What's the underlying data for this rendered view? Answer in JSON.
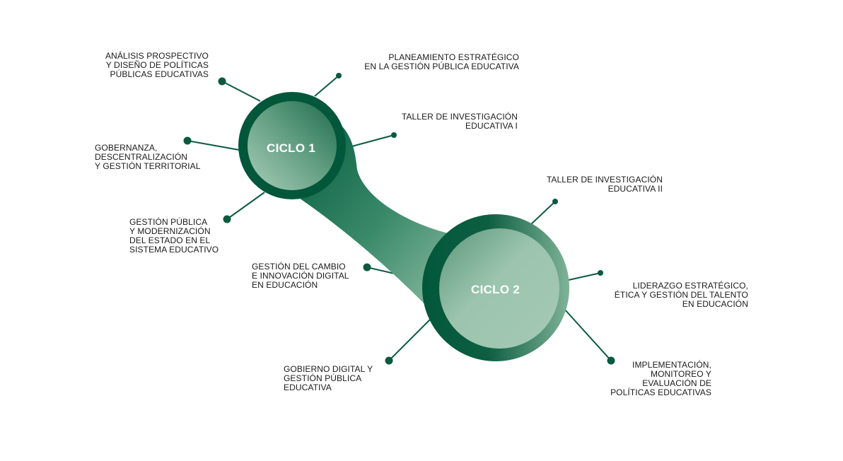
{
  "colors": {
    "dark_green": "#02573b",
    "mid_green": "#1e6e50",
    "light_green": "#9cc4ae",
    "line": "#0b5a3e",
    "text": "#1a1a1a"
  },
  "cycles": {
    "c1": "CICLO 1",
    "c2": "CICLO 2"
  },
  "courses": {
    "c1_1": "ANÁLISIS PROSPECTIVO\nY DISEÑO DE POLÍTICAS\nPÚBLICAS EDUCATIVAS",
    "c1_2": "PLANEAMIENTO ESTRATÉGICO\nEN LA GESTIÓN PÚBLICA EDUCATIVA",
    "c1_3": "TALLER DE INVESTIGACIÓN\nEDUCATIVA I",
    "c1_4": "GOBERNANZA,\nDESCENTRALIZACIÓN\nY GESTIÓN TERRITORIAL",
    "c1_5": "GESTIÓN PÚBLICA\nY MODERNIZACIÓN\nDEL ESTADO EN EL\nSISTEMA EDUCATIVO",
    "c2_1": "TALLER DE INVESTIGACIÓN\nEDUCATIVA II",
    "c2_2": "GESTIÓN DEL CAMBIO\nE INNOVACIÓN DIGITAL\nEN EDUCACIÓN",
    "c2_3": "LIDERAZGO ESTRATÉGICO,\nÉTICA Y GESTIÓN DEL TALENTO\nEN EDUCACIÓN",
    "c2_4": "GOBIERNO DIGITAL Y\nGESTIÓN PÚBLICA\nEDUCATIVA",
    "c2_5": "IMPLEMENTACIÓN,\nMONITOREO Y\nEVALUACIÓN DE\nPOLÍTICAS EDUCATIVAS"
  }
}
